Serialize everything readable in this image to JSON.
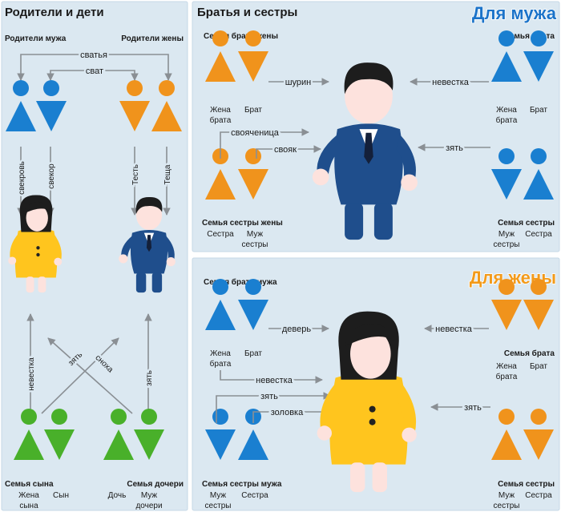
{
  "colors": {
    "panel": "#dbe8f1",
    "panel_edge": "#c6d8e6",
    "arrow": "#8a8f94",
    "blue": "#1a7fd0",
    "orange": "#f0931c",
    "green": "#49b02a",
    "banner_man": "#1b73c9",
    "banner_woman": "#f29a1a",
    "suit": "#1f4e8c",
    "hair": "#1d1d1d",
    "dress": "#ffc51e",
    "skin": "#fde2dd"
  },
  "left_panel": {
    "title": "Родители и дети",
    "husband_parents": "Родители мужа",
    "wife_parents": "Родители жены",
    "svatya": "сватья",
    "svat": "сват",
    "svekrov": "свекровь",
    "svekor": "свекор",
    "test": "Тесть",
    "teshcha": "Теща",
    "nevestka": "невестка",
    "zyat_left": "зять",
    "snoha": "сноха",
    "zyat_right": "зять",
    "son_family": "Семья сына",
    "son_wife": [
      "Жена",
      "сына"
    ],
    "son": "Сын",
    "daughter_family": "Семья дочери",
    "daughter": "Дочь",
    "daughter_husband": [
      "Муж",
      "дочери"
    ]
  },
  "top_right_panel": {
    "title": "Братья и сестры",
    "banner": "Для мужа",
    "brother_wife_family": "Семья брата жены",
    "brother_family": "Семья брата",
    "brother_wife": [
      "Жена",
      "брата"
    ],
    "brother": "Брат",
    "shurin": "шурин",
    "nevestka": "невестка",
    "svoyachenitsa": "свояченица",
    "svoyak": "свояк",
    "zyat": "зять",
    "sister_wife_family": "Семья сестры жены",
    "sister_family": "Семья сестры",
    "sister": "Сестра",
    "sister_husband": [
      "Муж",
      "сестры"
    ]
  },
  "bottom_right_panel": {
    "banner": "Для жены",
    "brother_husband_family": "Семья брата мужа",
    "brother_family": "Семья брата",
    "brother_wife": [
      "Жена",
      "брата"
    ],
    "brother": "Брат",
    "dever": "деверь",
    "nevestka_top": "невестка",
    "nevestka_mid": "невестка",
    "zyat_mid": "зять",
    "zolovka": "золовка",
    "zyat_right": "зять",
    "sister_husband_family": "Семья сестры мужа",
    "sister_family": "Семья сестры",
    "sister_husband": [
      "Муж",
      "сестры"
    ],
    "sister": "Сестра"
  }
}
